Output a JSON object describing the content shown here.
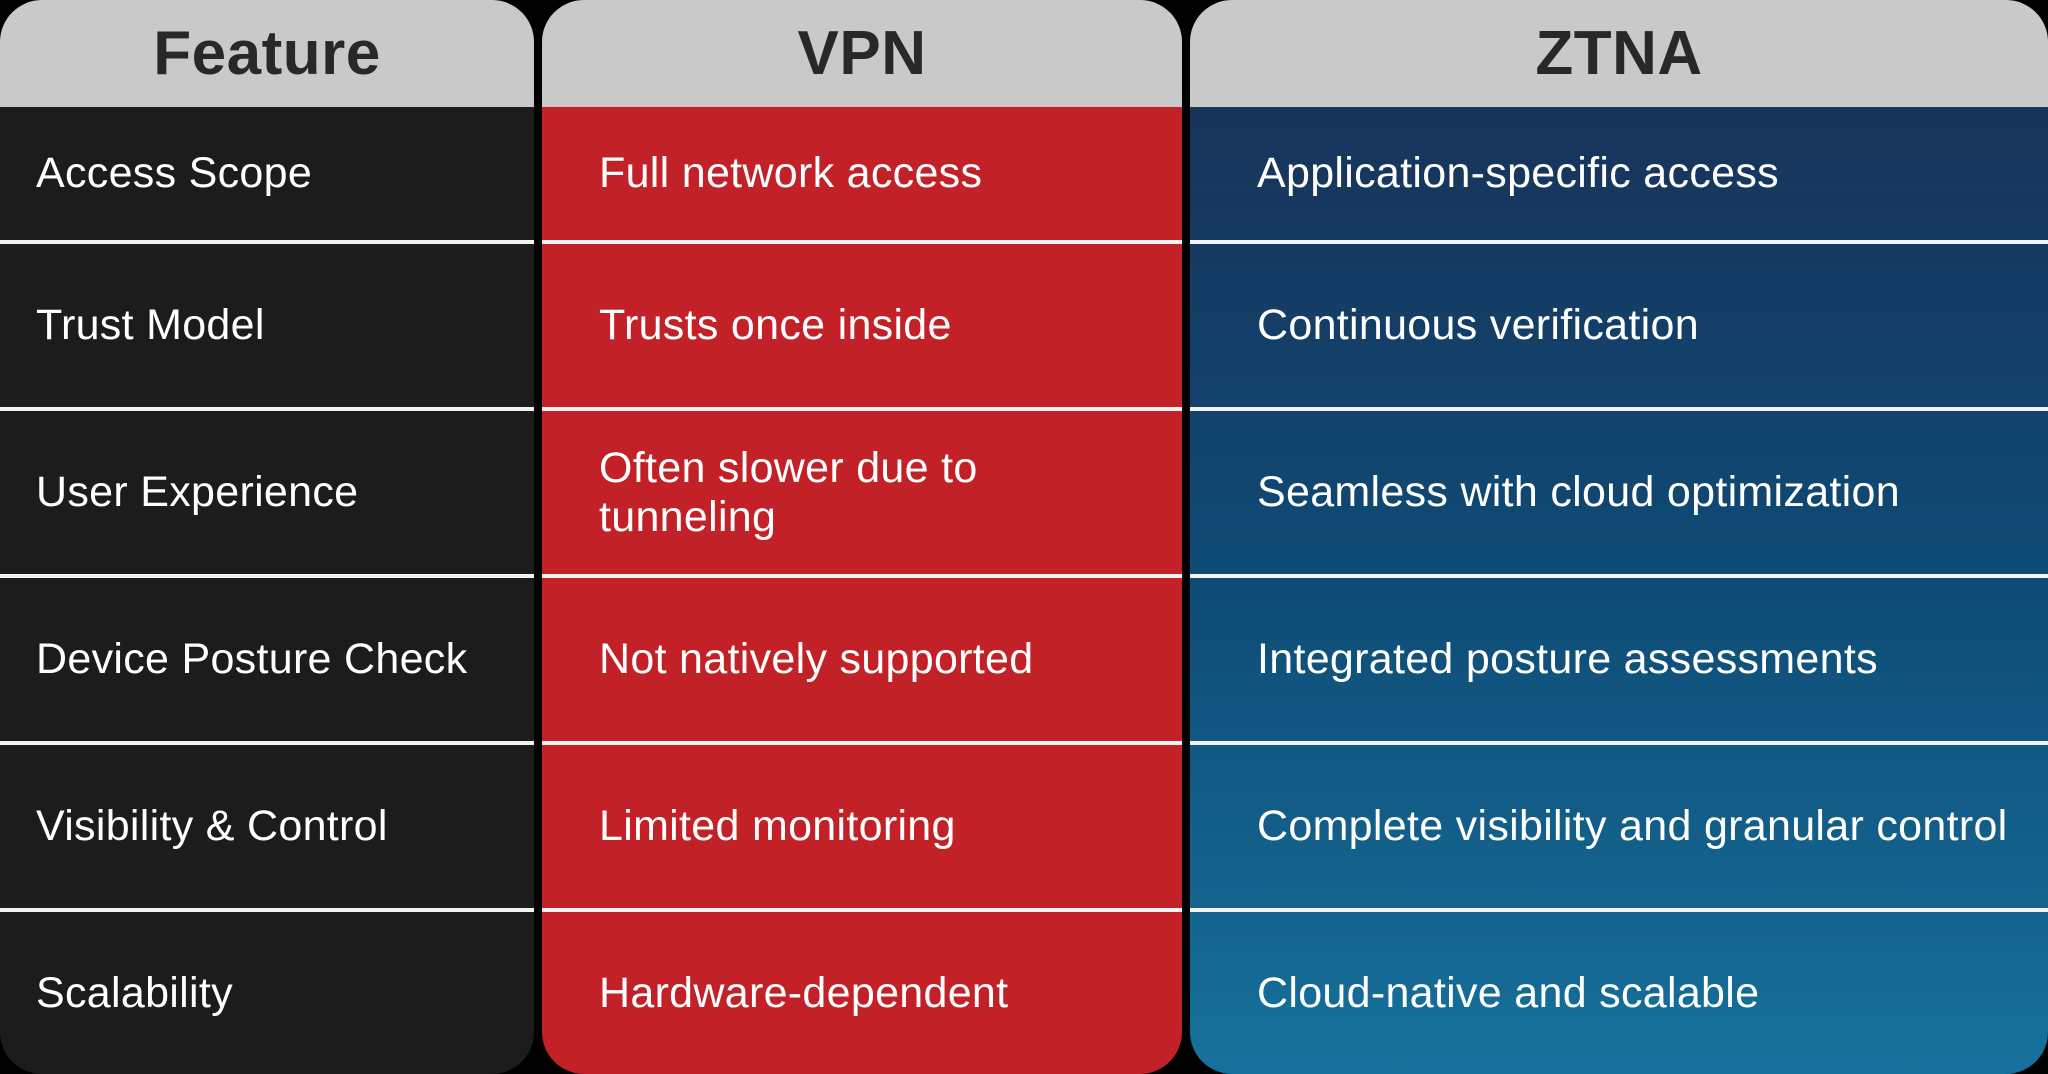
{
  "colors": {
    "page-bg": "#000000",
    "header-bg": "#c8c9c8",
    "header-text": "#282828",
    "feature-bg": "#1c1c1c",
    "vpn-bg": "#c32128",
    "ztna-top": "#1b2e54",
    "ztna-mid": "#0e4a74",
    "ztna-bottom": "#16719c",
    "divider": "#f2f2f2",
    "cell-text": "#ffffff"
  },
  "chart_data": {
    "type": "table",
    "columns": [
      "Feature",
      "VPN",
      "ZTNA"
    ],
    "rows": [
      [
        "Access Scope",
        "Full network access",
        "Application-specific access"
      ],
      [
        "Trust Model",
        "Trusts once inside",
        "Continuous verification"
      ],
      [
        "User Experience",
        "Often slower due to tunneling",
        "Seamless with cloud optimization"
      ],
      [
        "Device Posture Check",
        "Not natively supported",
        "Integrated posture assessments"
      ],
      [
        "Visibility & Control",
        "Limited monitoring",
        "Complete visibility and granular control"
      ],
      [
        "Scalability",
        "Hardware-dependent",
        "Cloud-native and scalable"
      ]
    ]
  }
}
